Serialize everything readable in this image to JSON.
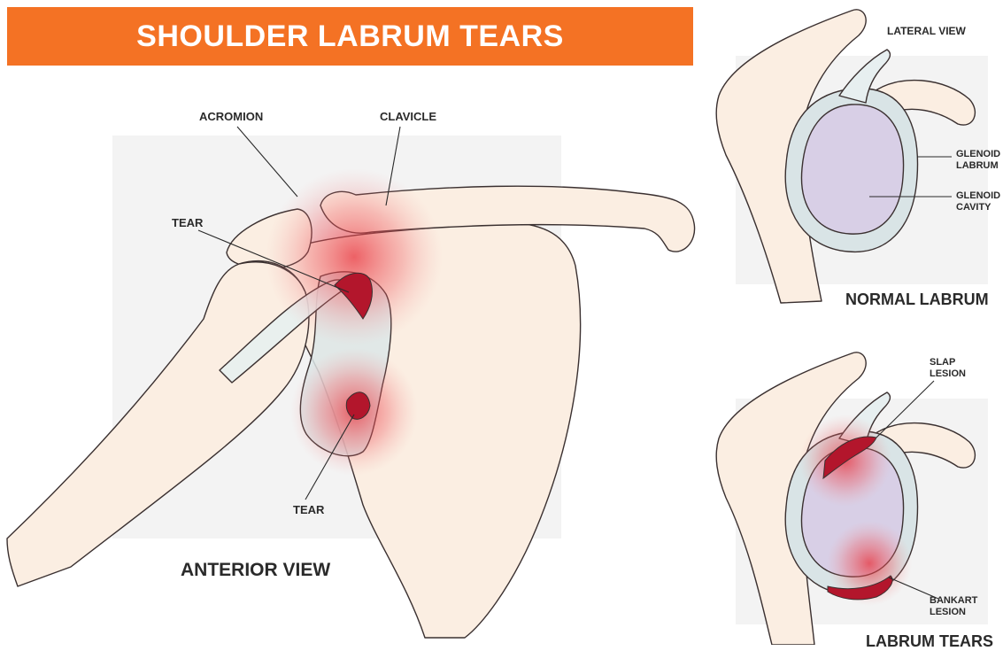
{
  "title": "SHOULDER LABRUM TEARS",
  "main_view": {
    "caption": "ANTERIOR VIEW",
    "labels": {
      "acromion": "ACROMION",
      "clavicle": "CLAVICLE",
      "tear_upper": "TEAR",
      "tear_lower": "TEAR"
    }
  },
  "lateral_normal": {
    "heading": "LATERAL VIEW",
    "caption": "NORMAL LABRUM",
    "labels": {
      "labrum_1": "GLENOID",
      "labrum_2": "LABRUM",
      "cavity_1": "GLENOID",
      "cavity_2": "CAVITY"
    }
  },
  "lateral_tears": {
    "caption": "LABRUM TEARS",
    "labels": {
      "slap_1": "SLAP",
      "slap_2": "LESION",
      "bankart_1": "BANKART",
      "bankart_2": "LESION"
    }
  },
  "colors": {
    "banner": "#f47224",
    "bone": "#fbeee2",
    "bone_outline": "#3a3030",
    "tear": "#b3162c",
    "inflammation": "#e8323c",
    "cartilage": "#d9e4e6",
    "cavity": "#d8cfe6",
    "panel_bg": "#f3f3f3"
  }
}
